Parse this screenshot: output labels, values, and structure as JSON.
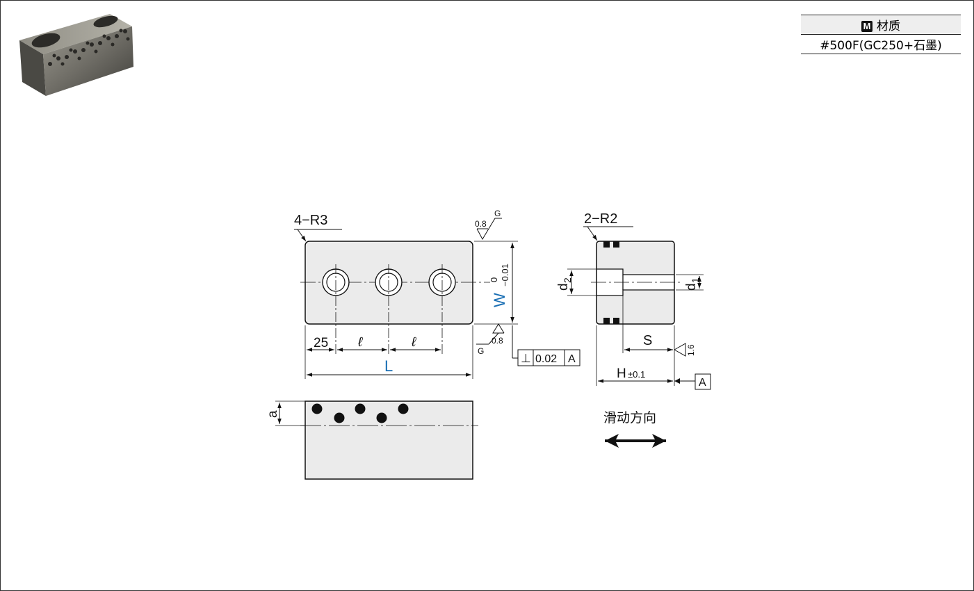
{
  "colors": {
    "accent": "#1a6fb4",
    "part_fill": "#ebebeb",
    "line": "#111111"
  },
  "icons": {
    "product": "product-photo-icon",
    "material": "material-badge-icon",
    "direction": "double-arrow-icon"
  },
  "spec_table": {
    "badge": "M",
    "header": "材质",
    "value": "#500F(GC250+石墨)"
  },
  "front_view": {
    "corner_label": "4−R3",
    "roughness_top": {
      "value": "0.8",
      "grade": "G"
    },
    "roughness_bottom": {
      "value": "0.8",
      "grade": "G"
    },
    "dim_first": "25",
    "dim_pitch_1": "ℓ",
    "dim_pitch_2": "ℓ",
    "dim_length": "L",
    "dim_width": "W",
    "tol_upper": "0",
    "tol_lower": "−0.01",
    "perp_symbol": "⊥",
    "perp_value": "0.02",
    "perp_datum": "A"
  },
  "side_view": {
    "corner_label": "2−R2",
    "dim_d1": "d",
    "dim_d1_sub": "1",
    "dim_d2": "d",
    "dim_d2_sub": "2",
    "dim_s": "S",
    "roughness": "1.6",
    "dim_h": "H",
    "dim_h_tol": "±0.1",
    "datum": "A"
  },
  "bottom_view": {
    "dim_a": "a"
  },
  "direction": {
    "label": "滑动方向"
  }
}
